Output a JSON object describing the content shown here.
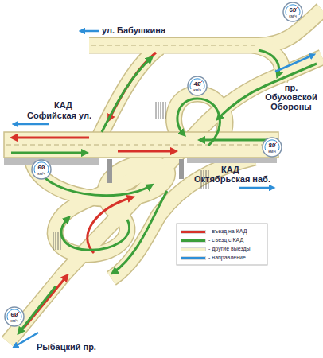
{
  "diagram": {
    "nodes": [
      {
        "text": [
          "60",
          "км/ч"
        ]
      },
      {
        "text": [
          "40",
          "км/ч"
        ]
      },
      {
        "text": [
          "80",
          "км/ч"
        ]
      },
      {
        "text": [
          "60",
          "км/ч"
        ]
      },
      {
        "text": [
          "60",
          "км/ч"
        ]
      }
    ],
    "labels": [
      "ул. Бабушкина",
      "пр. Обуховской Обороны",
      "КАД",
      "Софийская ул.",
      "КАД",
      "Октябрьская наб.",
      "Рыбацкий пр."
    ],
    "legend": [
      {
        "text": "- въезд на КАД",
        "color": "#d7322a"
      },
      {
        "text": "- съезд с КАД",
        "color": "#3c9f3a"
      },
      {
        "text": "- другие выезды",
        "color": "#f7f1ca"
      },
      {
        "text": "- направление",
        "color": "#2e8fd8"
      }
    ]
  }
}
